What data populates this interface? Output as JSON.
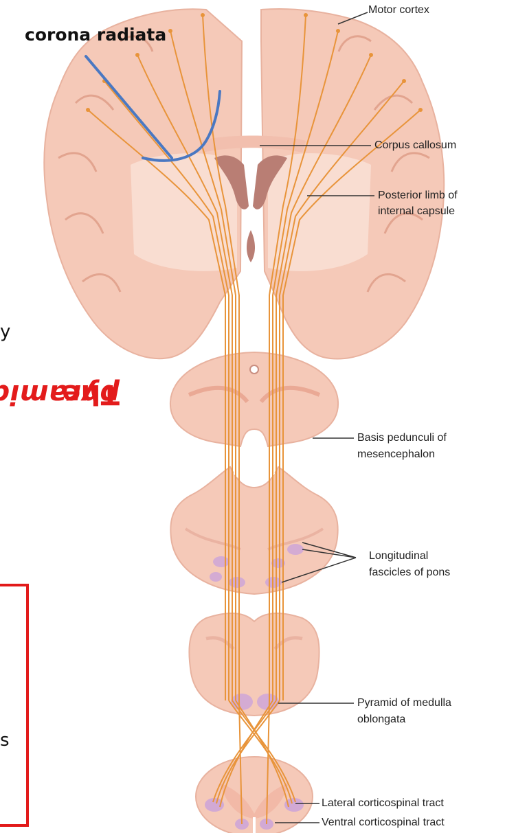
{
  "annotation": {
    "corona_radiata": "corona radiata",
    "vertical_title_prefix": "The",
    "vertical_title_emphasis": "pyramidal tract"
  },
  "labels": {
    "motor_cortex": "Motor cortex",
    "corpus_callosum": "Corpus callosum",
    "posterior_limb_line1": "Posterior limb of",
    "posterior_limb_line2": "internal capsule",
    "basis_line1": "Basis pedunculi of",
    "basis_line2": "mesencephalon",
    "longitudinal_line1": "Longitudinal",
    "longitudinal_line2": "fascicles of pons",
    "pyramid_line1": "Pyramid of medulla",
    "pyramid_line2": "oblongata",
    "lateral_cst": "Lateral corticospinal tract",
    "ventral_cst": "Ventral corticospinal tract"
  },
  "cropped_text": {
    "left_fragment_1": "y",
    "left_fragment_2": "s"
  },
  "colors": {
    "tissue": "#f5c9b8",
    "tissue_dark": "#e6a896",
    "fiber": "#e8943a",
    "ventricle": "#b97e74",
    "nucleus": "#cfa6d8",
    "annotation_blue": "#4a78c2",
    "accent_red": "#e31b1b"
  }
}
